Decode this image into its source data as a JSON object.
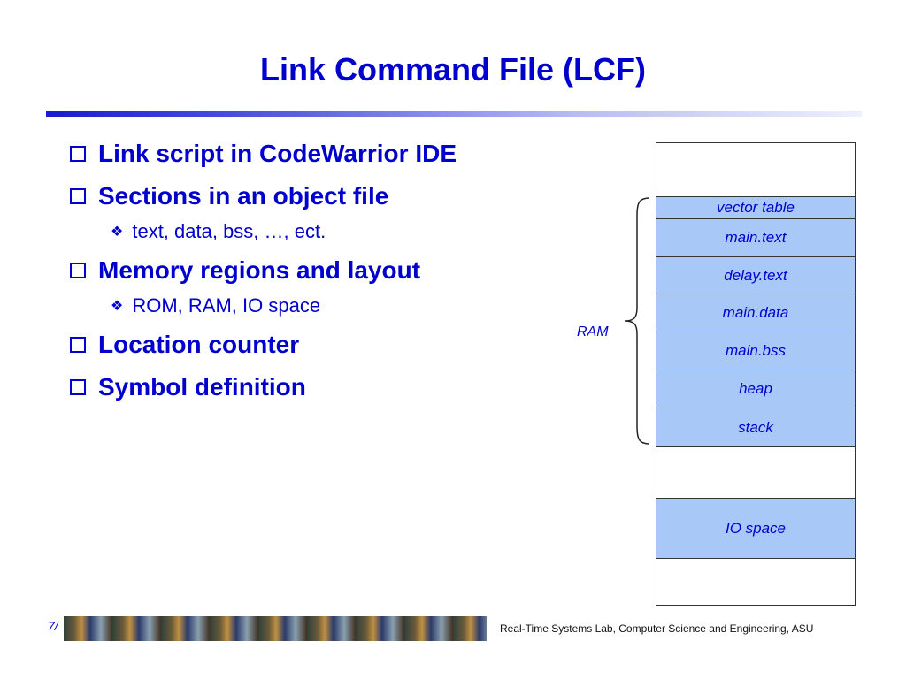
{
  "title": "Link Command File (LCF)",
  "bullets": [
    {
      "text": "Link script in CodeWarrior IDE"
    },
    {
      "text": "Sections in an object file",
      "sub": "text, data, bss, …, ect."
    },
    {
      "text": "Memory regions and layout",
      "sub": "ROM, RAM, IO space"
    },
    {
      "text": "Location counter"
    },
    {
      "text": "Symbol definition"
    }
  ],
  "memory": {
    "sections": [
      "vector table",
      "main.text",
      "delay.text",
      "main.data",
      "main.bss",
      "heap",
      "stack"
    ],
    "io": "IO space",
    "ram_label": "RAM"
  },
  "footer": {
    "text": "Real-Time Systems Lab, Computer Science and Engineering, ASU",
    "page": "7/"
  }
}
